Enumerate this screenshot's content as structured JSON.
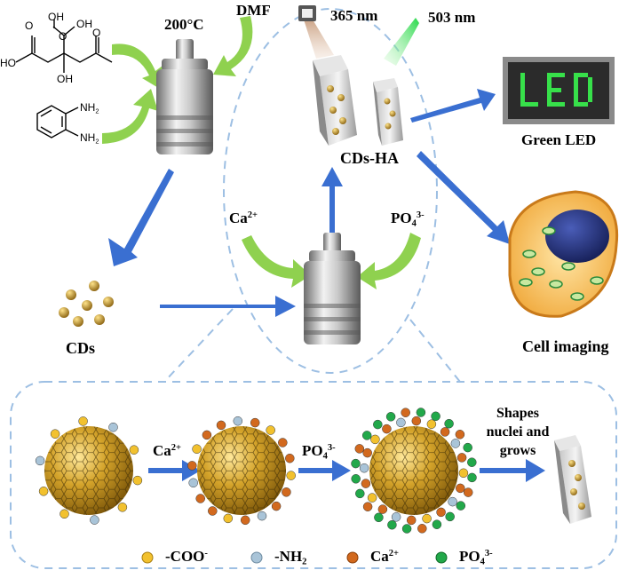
{
  "labels": {
    "temp": "200°C",
    "dmf": "DMF",
    "uv": "365 nm",
    "green": "503 nm",
    "cds_ha": "CDs-HA",
    "green_led": "Green LED",
    "cell_imaging": "Cell imaging",
    "cds": "CDs",
    "ca_ion": "Ca",
    "ca_charge": "2+",
    "po4": "PO",
    "po4_sub": "4",
    "po4_charge": "3-",
    "shapes": "Shapes nuclei and grows",
    "led_text": "LED"
  },
  "chemistry": {
    "citric_oh1": "OH",
    "citric_oh2": "OH",
    "citric_ho1": "HO",
    "citric_oh3": "OH",
    "citric_o1": "O",
    "citric_o2": "O",
    "citric_o3": "O",
    "nh2": "NH",
    "nh2_sub": "2"
  },
  "legend": {
    "coo": "-COO",
    "coo_sup": "-",
    "nh2": "-NH",
    "nh2_sub": "2",
    "ca": "Ca",
    "ca_sup": "2+",
    "po4": "PO",
    "po4_sub": "4",
    "po4_sup": "3-"
  },
  "colors": {
    "arrow_blue": "#3a6fd1",
    "arrow_green": "#8fd14f",
    "coo_yellow": "#f2c12e",
    "nh2_blue": "#a9c4d8",
    "ca_orange": "#d2691e",
    "po4_green": "#22a84a",
    "dash": "#9dbfe3",
    "led_green": "#37e04a"
  },
  "icons": [
    "autoclave-icon",
    "uv-lamp-icon",
    "green-light-icon",
    "ha-crystal-icon",
    "led-panel-icon",
    "cell-icon",
    "carbon-dot-icon"
  ]
}
